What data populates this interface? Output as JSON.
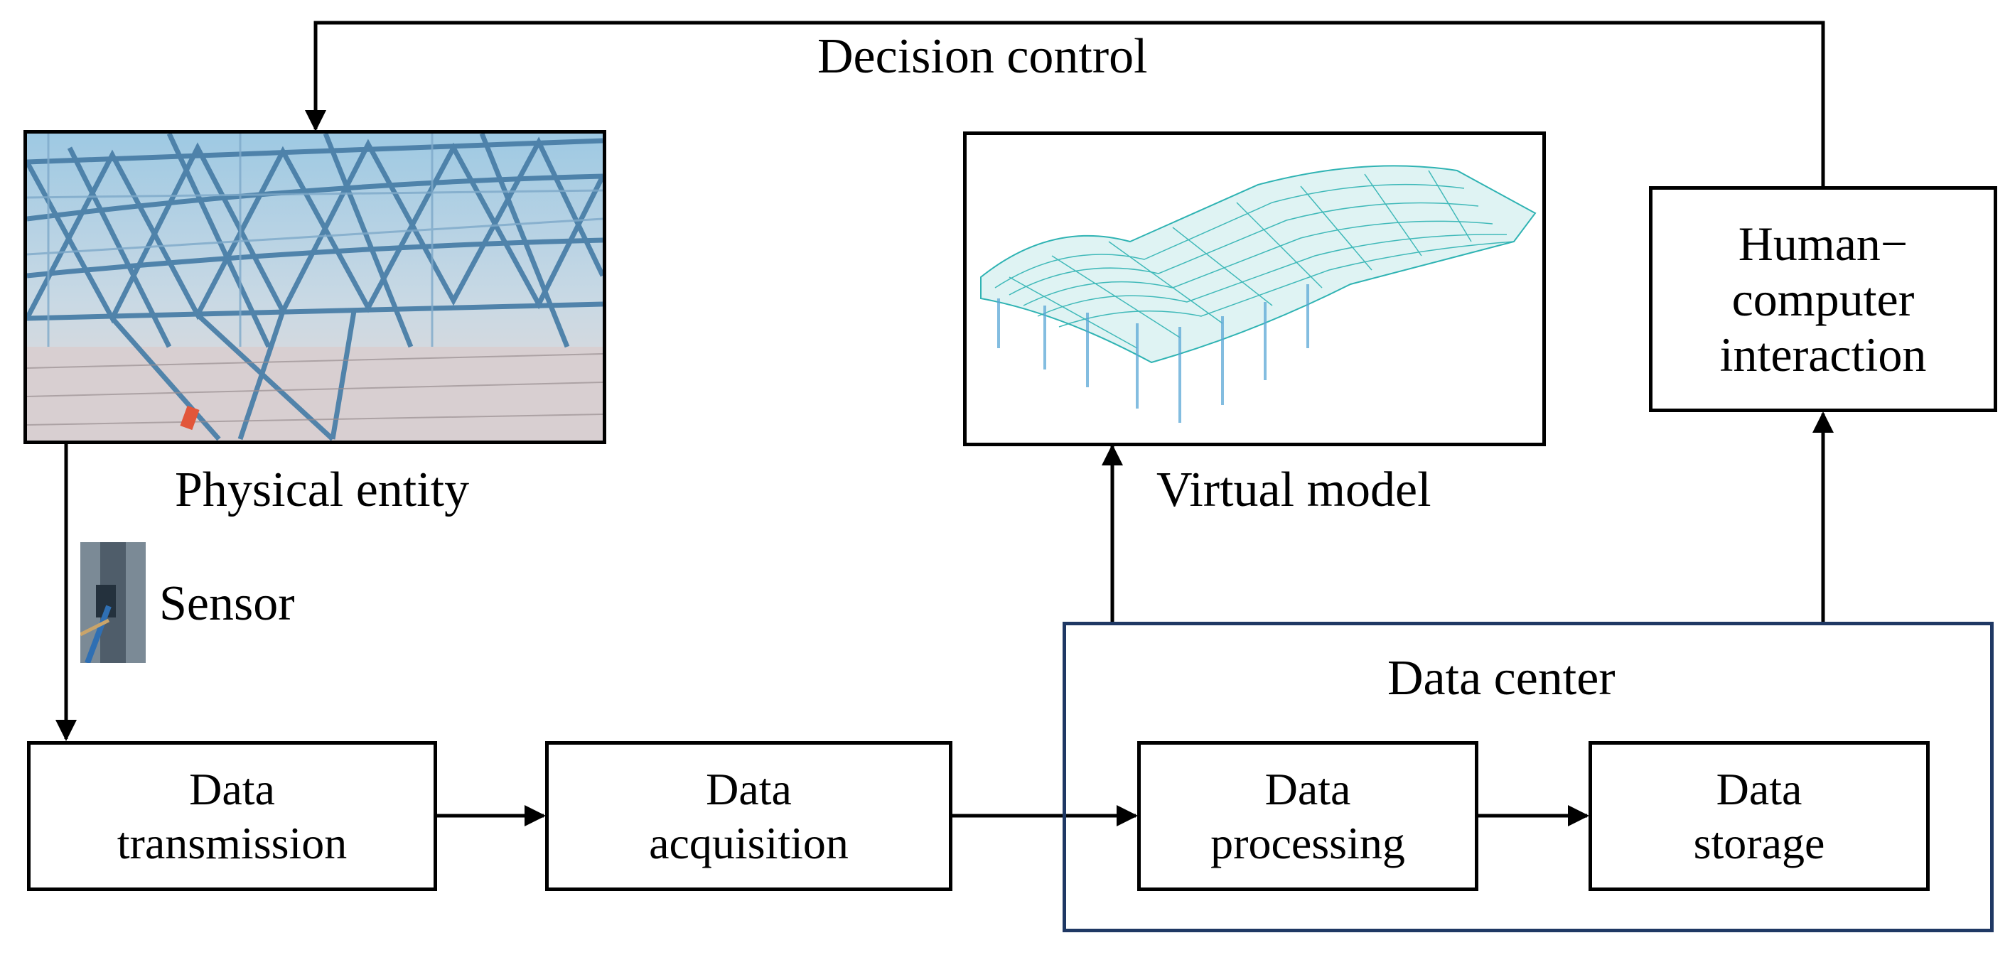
{
  "feedback": {
    "label": "Decision control"
  },
  "physical": {
    "caption": "Physical entity"
  },
  "virtual": {
    "caption": "Virtual model"
  },
  "sensor": {
    "label": "Sensor"
  },
  "hci": {
    "label": "Human−\ncomputer\ninteraction"
  },
  "data_center": {
    "title": "Data center"
  },
  "nodes": {
    "transmission": "Data\ntransmission",
    "acquisition": "Data\nacquisition",
    "processing": "Data\nprocessing",
    "storage": "Data\nstorage"
  },
  "colors": {
    "line": "#000000",
    "data_center_border": "#1f3864",
    "steel": "#4a7fa8",
    "model": "#2fb3b3"
  }
}
